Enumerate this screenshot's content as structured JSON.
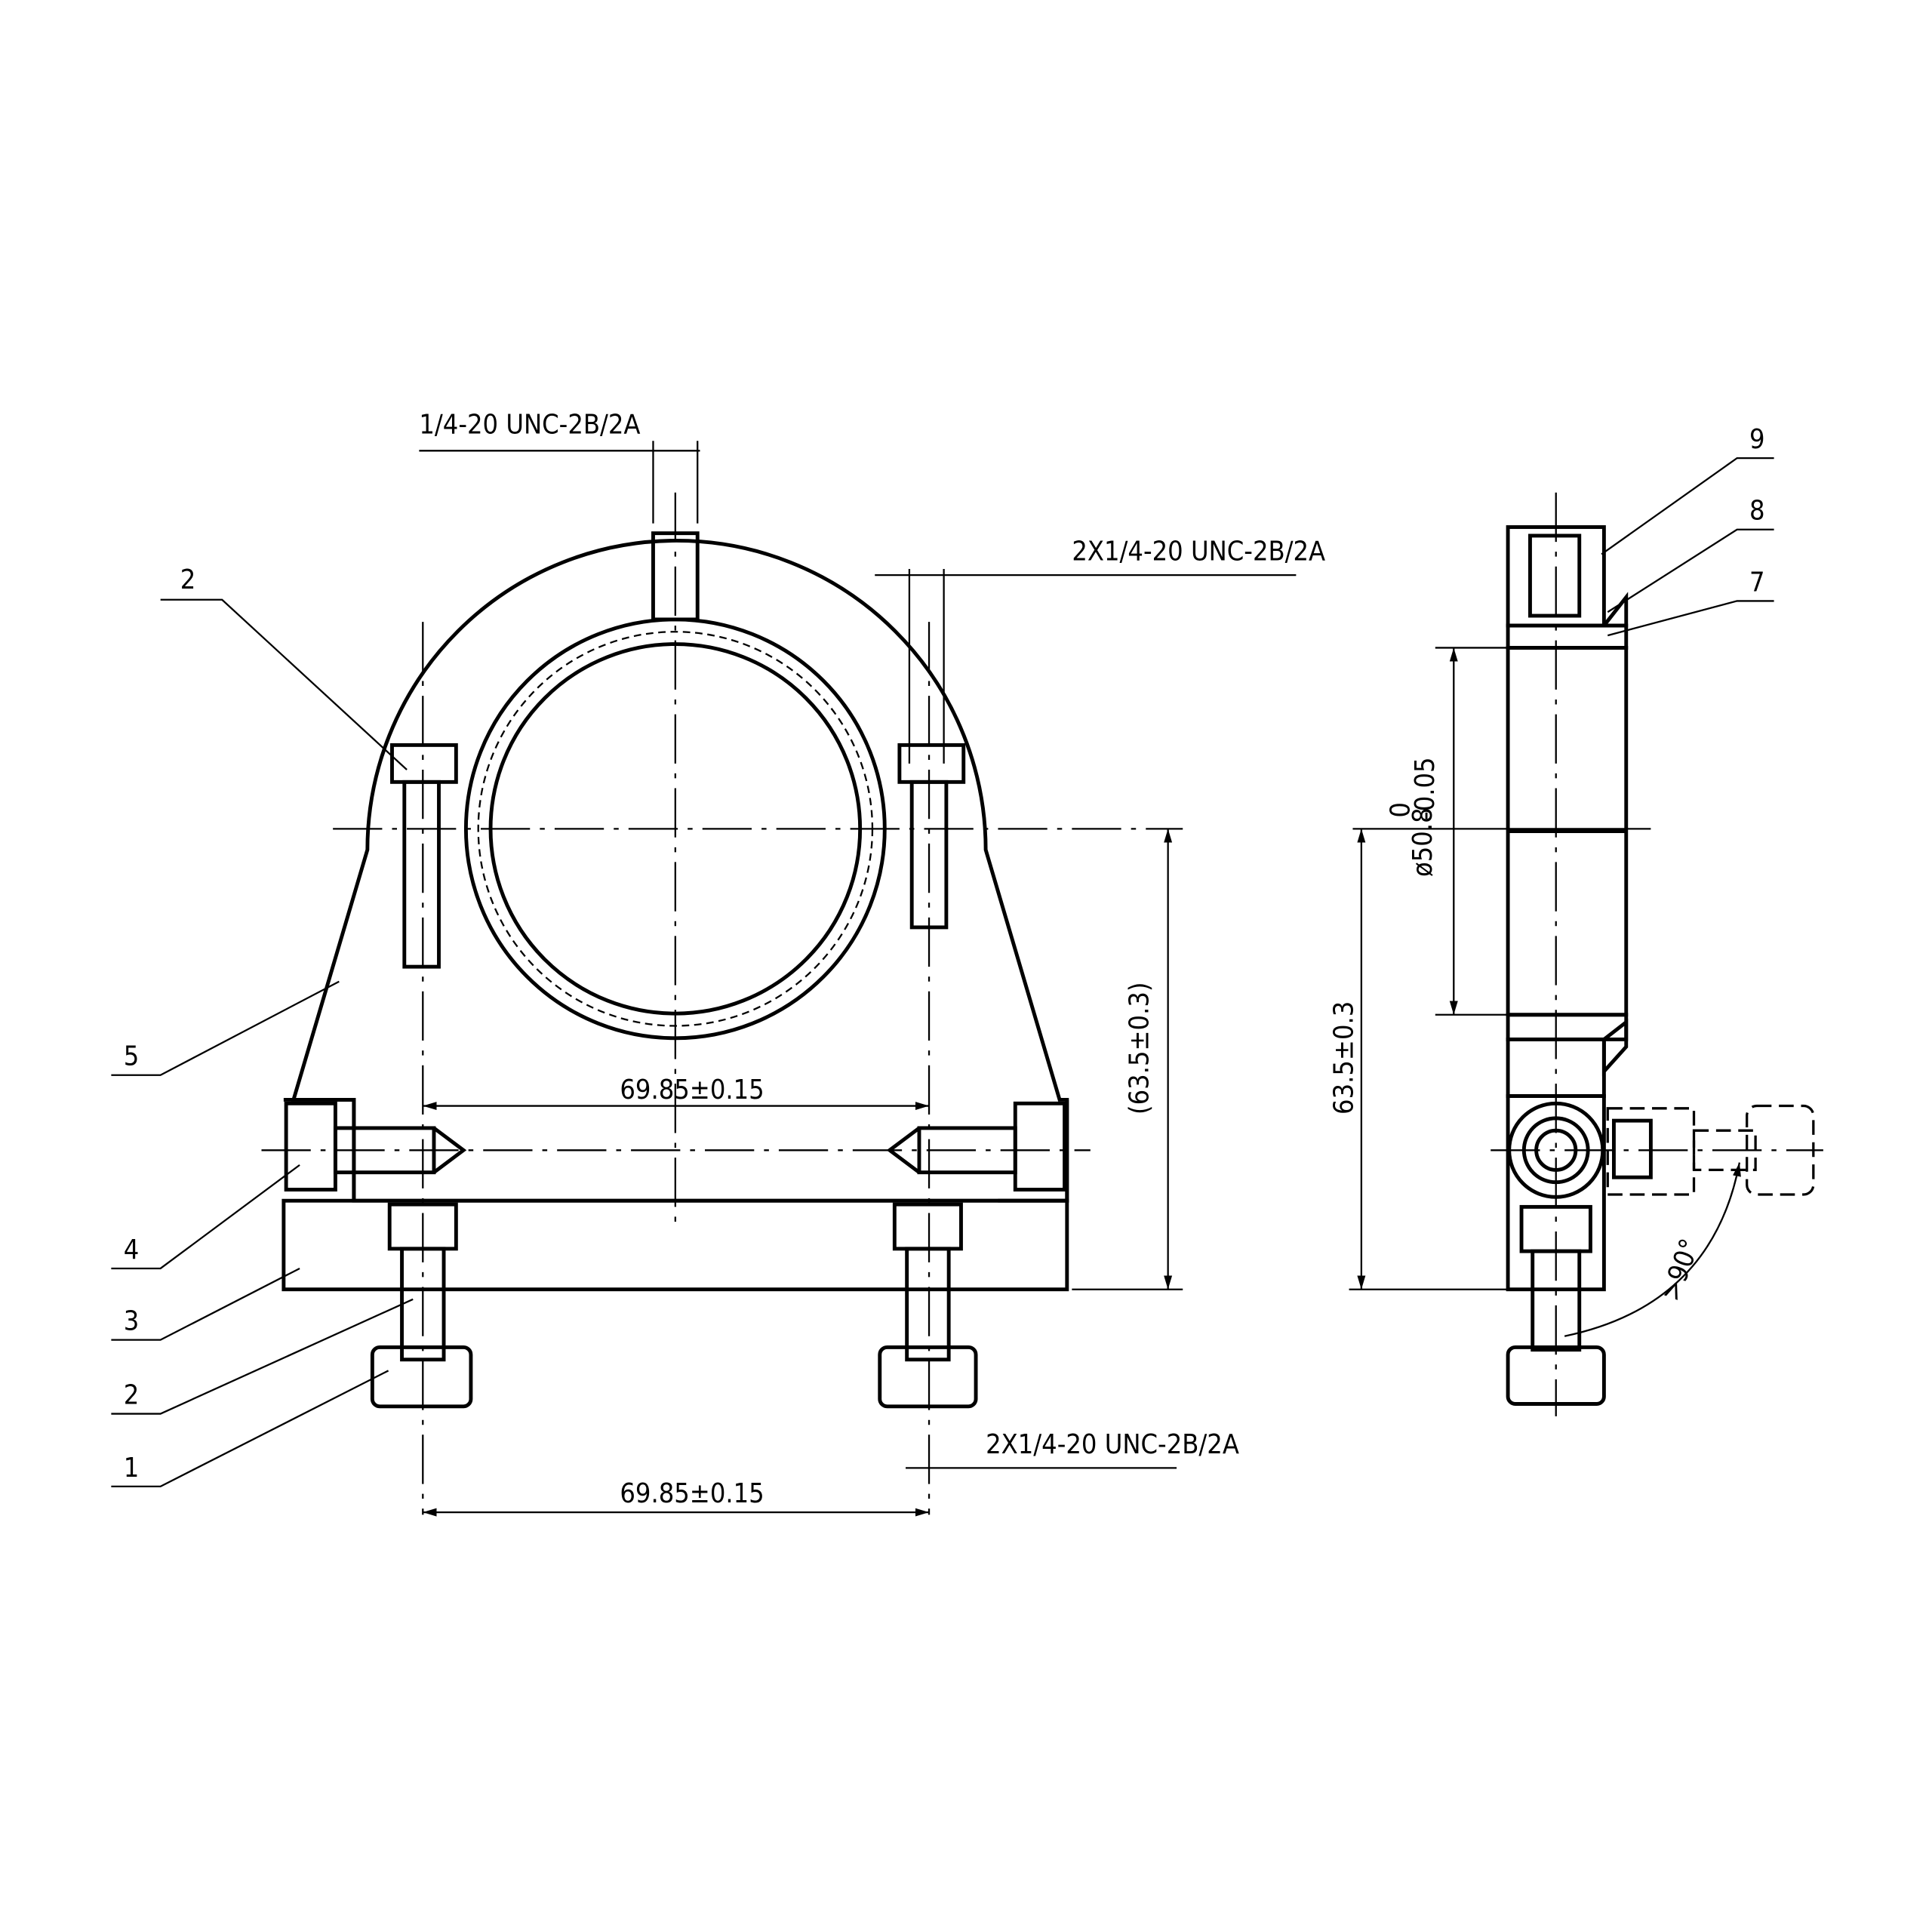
{
  "drawing": {
    "front_view": {
      "thread_top": "1/4-20 UNC-2B/2A",
      "thread_upper_right": "2X1/4-20 UNC-2B/2A",
      "thread_lower_right": "2X1/4-20 UNC-2B/2A",
      "spacing_upper": "69.85±0.15",
      "spacing_lower": "69.85±0.15",
      "height_ref": "(63.5±0.3)"
    },
    "side_view": {
      "height": "63.5±0.3",
      "diameter": "ø50.8",
      "diameter_upper_tol": "0",
      "diameter_lower_tol": "-0.05",
      "angle": ">90°"
    },
    "part_labels_left": [
      "2",
      "5",
      "4",
      "3",
      "2",
      "1"
    ],
    "part_labels_right": [
      "9",
      "8",
      "7"
    ]
  }
}
